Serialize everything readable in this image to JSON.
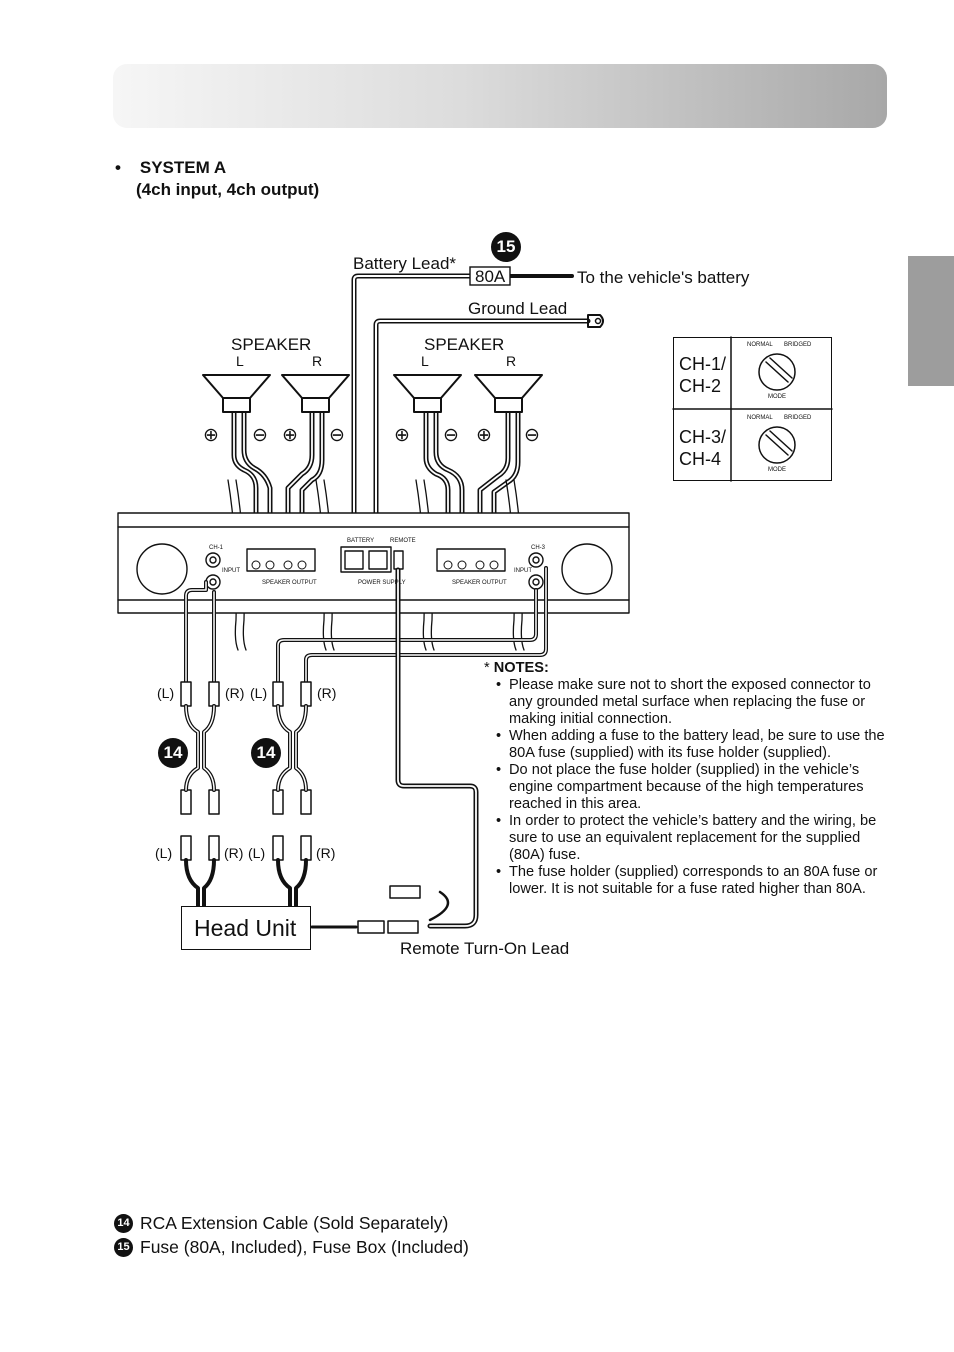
{
  "system": {
    "title": "SYSTEM A",
    "subtitle": "(4ch input, 4ch output)"
  },
  "labels": {
    "battery_lead": "Battery Lead",
    "asterisk": "*",
    "fuse_value": "80A",
    "to_battery": "To the vehicle's battery",
    "ground_lead": "Ground Lead",
    "speaker_left": "SPEAKER",
    "speaker_right": "SPEAKER",
    "L": "L",
    "R": "R",
    "plus": "⊕",
    "minus": "⊖",
    "head_unit": "Head Unit",
    "remote_lead": "Remote Turn-On Lead",
    "rca_L": "(L)",
    "rca_R": "(R)"
  },
  "amp": {
    "ch1": "CH-1",
    "ch3": "CH-3",
    "input": "INPUT",
    "speaker_output": "SPEAKER OUTPUT",
    "power_supply": "POWER SUPPLY",
    "battery": "BATTERY",
    "remote": "REMOTE"
  },
  "mode_switches": [
    {
      "label_line1": "CH-1/",
      "label_line2": "CH-2",
      "normal": "NORMAL",
      "bridged": "BRIDGED",
      "mode": "MODE"
    },
    {
      "label_line1": "CH-3/",
      "label_line2": "CH-4",
      "normal": "NORMAL",
      "bridged": "BRIDGED",
      "mode": "MODE"
    }
  ],
  "badges": {
    "fourteen": "14",
    "fifteen": "15"
  },
  "notes": {
    "heading": "NOTES:",
    "items": [
      "Please make sure not to short the exposed connector to any grounded metal surface when replacing the fuse or making initial connection.",
      "When adding a fuse to the battery lead, be sure to use the 80A fuse (supplied) with its fuse holder (supplied).",
      "Do not place the fuse holder (supplied) in the vehicle’s engine compartment because of the high temperatures reached in this area.",
      "In order to protect the vehicle’s battery and the wiring, be sure to use an equivalent replacement for the supplied (80A) fuse.",
      "The fuse holder (supplied) corresponds to an 80A fuse or lower. It is not suitable for a fuse rated higher than 80A."
    ]
  },
  "legend": [
    {
      "num": "14",
      "text": "RCA Extension Cable (Sold Separately)"
    },
    {
      "num": "15",
      "text": "Fuse (80A, Included), Fuse Box (Included)"
    }
  ]
}
